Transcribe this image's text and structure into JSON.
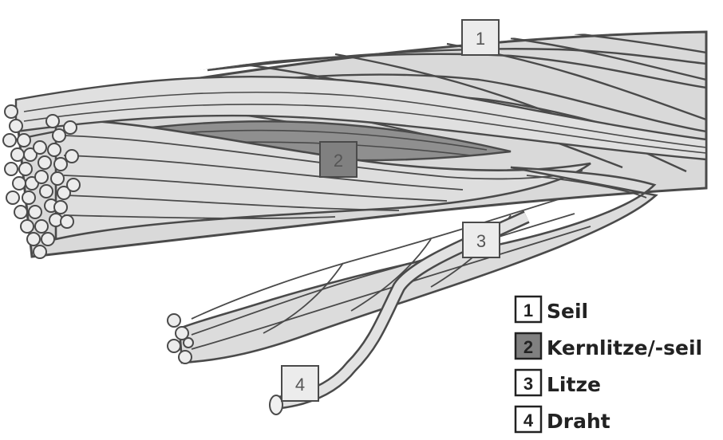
{
  "callouts": [
    {
      "number": "1"
    },
    {
      "number": "2"
    },
    {
      "number": "3"
    },
    {
      "number": "4"
    }
  ],
  "legend": [
    {
      "number": "1",
      "label": "Seil"
    },
    {
      "number": "2",
      "label": "Kernlitze/-seil"
    },
    {
      "number": "3",
      "label": "Litze"
    },
    {
      "number": "4",
      "label": "Draht"
    }
  ],
  "colors": {
    "strand_fill": "#dcdcdc",
    "strand_stroke": "#4a4a4a",
    "core_fill": "#8f8f8f",
    "box_light": "#e8e8e8",
    "box_dark": "#808080"
  }
}
